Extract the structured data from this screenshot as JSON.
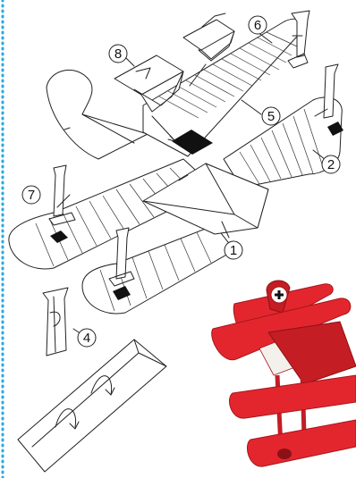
{
  "diagram": {
    "callouts": [
      {
        "id": "c1",
        "label": "1"
      },
      {
        "id": "c2",
        "label": "2"
      },
      {
        "id": "c4",
        "label": "4"
      },
      {
        "id": "c5",
        "label": "5"
      },
      {
        "id": "c6",
        "label": "6"
      },
      {
        "id": "c7",
        "label": "7"
      },
      {
        "id": "c8",
        "label": "8"
      }
    ],
    "colors": {
      "border_dots": "#29a9dd",
      "model_red": "#e3262e",
      "cockpit_black": "#111111"
    }
  }
}
